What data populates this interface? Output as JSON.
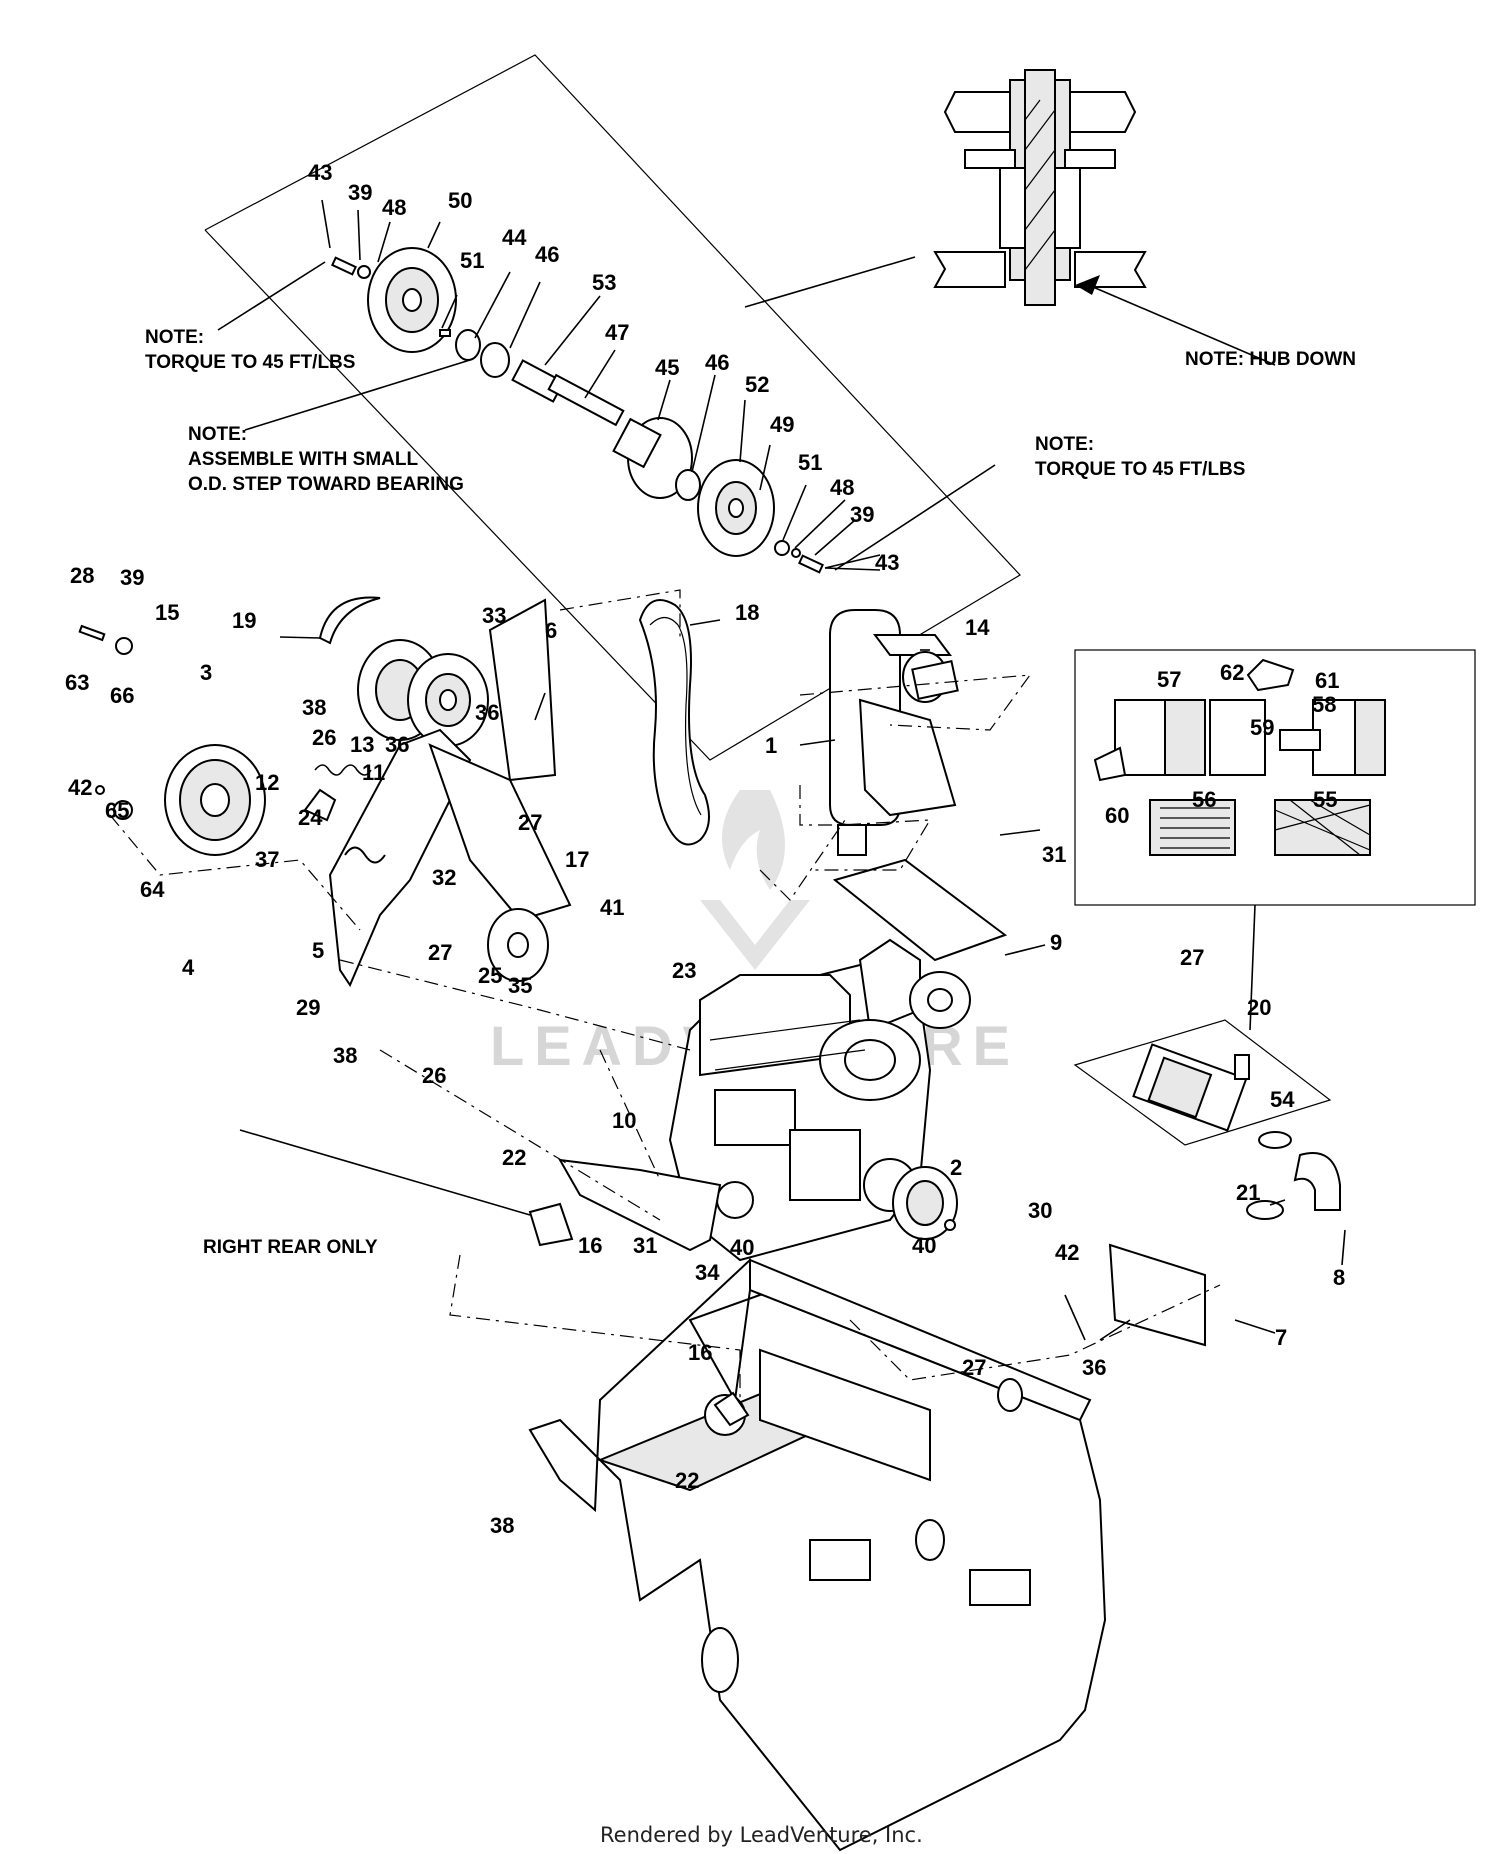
{
  "callouts": [
    {
      "n": "43"
    },
    {
      "n": "39"
    },
    {
      "n": "48"
    },
    {
      "n": "50"
    },
    {
      "n": "51"
    },
    {
      "n": "44"
    },
    {
      "n": "46"
    },
    {
      "n": "53"
    },
    {
      "n": "47"
    },
    {
      "n": "45"
    },
    {
      "n": "46"
    },
    {
      "n": "52"
    },
    {
      "n": "49"
    },
    {
      "n": "51"
    },
    {
      "n": "48"
    },
    {
      "n": "39"
    },
    {
      "n": "43"
    },
    {
      "n": "28"
    },
    {
      "n": "39"
    },
    {
      "n": "15"
    },
    {
      "n": "19"
    },
    {
      "n": "33"
    },
    {
      "n": "6"
    },
    {
      "n": "18"
    },
    {
      "n": "14"
    },
    {
      "n": "3"
    },
    {
      "n": "63"
    },
    {
      "n": "66"
    },
    {
      "n": "38"
    },
    {
      "n": "26"
    },
    {
      "n": "13"
    },
    {
      "n": "36"
    },
    {
      "n": "36"
    },
    {
      "n": "1"
    },
    {
      "n": "42"
    },
    {
      "n": "65"
    },
    {
      "n": "12"
    },
    {
      "n": "11"
    },
    {
      "n": "24"
    },
    {
      "n": "27"
    },
    {
      "n": "37"
    },
    {
      "n": "32"
    },
    {
      "n": "17"
    },
    {
      "n": "31"
    },
    {
      "n": "64"
    },
    {
      "n": "41"
    },
    {
      "n": "9"
    },
    {
      "n": "4"
    },
    {
      "n": "5"
    },
    {
      "n": "27"
    },
    {
      "n": "25"
    },
    {
      "n": "35"
    },
    {
      "n": "23"
    },
    {
      "n": "29"
    },
    {
      "n": "27"
    },
    {
      "n": "20"
    },
    {
      "n": "38"
    },
    {
      "n": "26"
    },
    {
      "n": "54"
    },
    {
      "n": "10"
    },
    {
      "n": "22"
    },
    {
      "n": "2"
    },
    {
      "n": "21"
    },
    {
      "n": "30"
    },
    {
      "n": "16"
    },
    {
      "n": "31"
    },
    {
      "n": "40"
    },
    {
      "n": "40"
    },
    {
      "n": "34"
    },
    {
      "n": "8"
    },
    {
      "n": "42"
    },
    {
      "n": "7"
    },
    {
      "n": "36"
    },
    {
      "n": "16"
    },
    {
      "n": "27"
    },
    {
      "n": "22"
    },
    {
      "n": "38"
    },
    {
      "n": "57"
    },
    {
      "n": "62"
    },
    {
      "n": "61"
    },
    {
      "n": "58"
    },
    {
      "n": "59"
    },
    {
      "n": "60"
    },
    {
      "n": "56"
    },
    {
      "n": "55"
    }
  ],
  "notes": {
    "torque_left_1": "NOTE:",
    "torque_left_2": "TORQUE TO 45 FT/LBS",
    "assemble_1": "NOTE:",
    "assemble_2": "ASSEMBLE WITH SMALL",
    "assemble_3": "O.D. STEP TOWARD BEARING",
    "torque_right_1": "NOTE:",
    "torque_right_2": "TORQUE TO 45 FT/LBS",
    "hub_down": "NOTE: HUB DOWN",
    "right_rear": "RIGHT REAR ONLY"
  },
  "watermark": "LEADVENTURE",
  "footer": "Rendered by LeadVenture, Inc."
}
